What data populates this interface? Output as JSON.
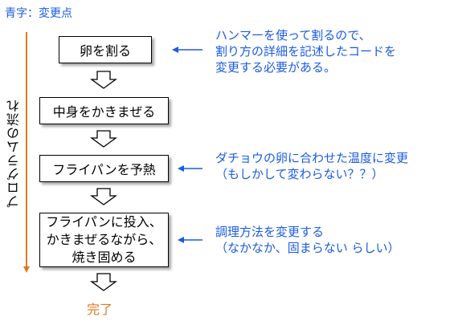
{
  "legend": "青字：変更点",
  "side_label": "プログラムの流れ",
  "steps": [
    {
      "lines": [
        "卵を割る"
      ]
    },
    {
      "lines": [
        "中身をかきまぜる"
      ]
    },
    {
      "lines": [
        "フライパンを予熱"
      ]
    },
    {
      "lines": [
        "フライパンに投入、",
        "かきまぜるながら、",
        "焼き固める"
      ]
    }
  ],
  "end_label": "完了",
  "notes": [
    {
      "lines": [
        "ハンマーを使って割るので、",
        "割り方の詳細を記述したコードを",
        "変更する必要がある。"
      ]
    },
    {
      "lines": [
        "ダチョウの卵に合わせた温度に変更",
        "（もしかして変わらない？？）"
      ]
    },
    {
      "lines": [
        "調理方法を変更する",
        "（なかなか、固まらない らしい）"
      ]
    }
  ],
  "colors": {
    "change_text": "#1a5be6",
    "flow_line": "#e07820",
    "done_text": "#e07820",
    "box_border": "#000000"
  }
}
